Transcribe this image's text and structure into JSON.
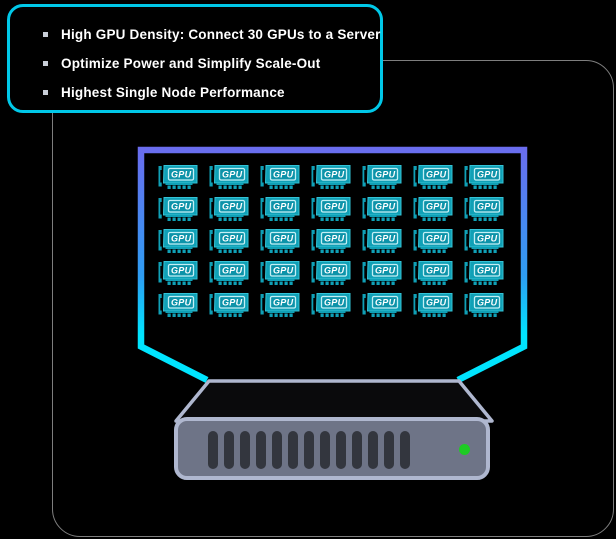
{
  "container": {
    "background": "#000000",
    "border_color": "#7E7E7E"
  },
  "callout": {
    "border_color": "#00C8E8",
    "bullet_color": "#C9CED8",
    "items": [
      {
        "label": "High GPU Density: Connect 30 GPUs to a Server"
      },
      {
        "label": "Optimize Power and Simplify Scale-Out"
      },
      {
        "label": "Highest Single Node Performance"
      }
    ]
  },
  "diagram": {
    "gpu_grid": {
      "rows": 5,
      "cols": 7,
      "total_icons": 35,
      "label": "GPU",
      "card_color": "#10A0B6",
      "card_edge_color": "#34C3D6",
      "label_box_color": "#0D93A9",
      "label_border_color": "#C2EFF5",
      "text_color": "#FFFFFF"
    },
    "funnel": {
      "top_color": "#6B6CEF",
      "mid_color": "#2E9DF3",
      "bottom_color": "#00E5FF"
    },
    "server": {
      "body_color": "#6E7487",
      "border_color": "#AFB7CF",
      "top_fill": "#0A0A0C",
      "vent_color": "#33363E",
      "vent_count": 13,
      "led_color": "#1ECB24",
      "led_status": "on"
    }
  }
}
